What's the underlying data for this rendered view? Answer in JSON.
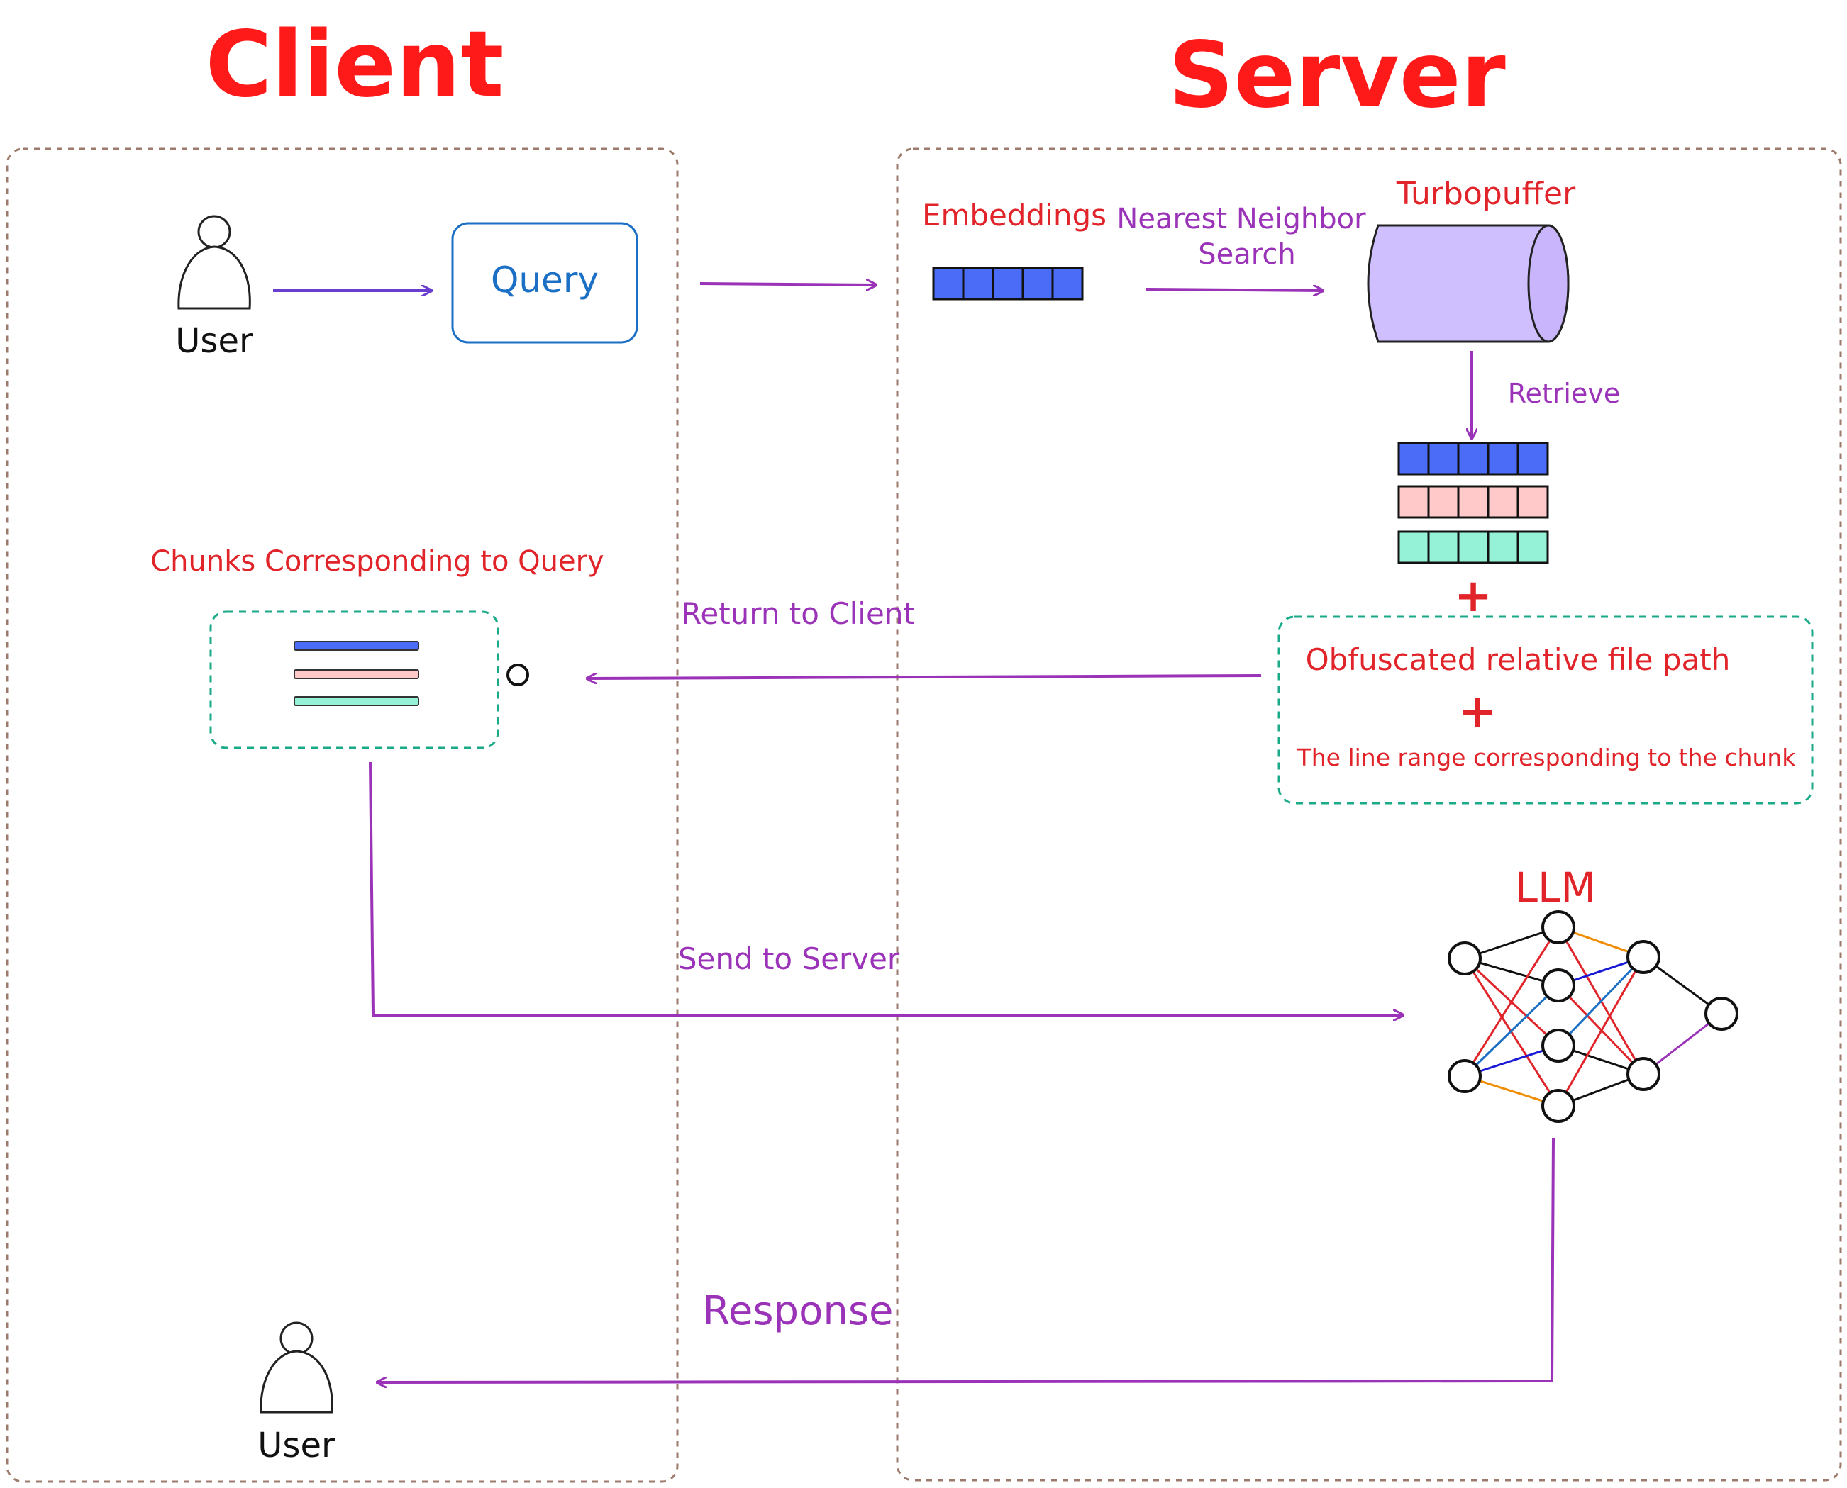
{
  "sections": {
    "client": "Client",
    "server": "Server"
  },
  "client": {
    "user_top": "User",
    "query": "Query",
    "chunks_title": "Chunks Corresponding to Query",
    "user_bottom": "User"
  },
  "server": {
    "embeddings": "Embeddings",
    "nn_search_line1": "Nearest Neighbor",
    "nn_search_line2": "Search",
    "turbopuffer": "Turbopuffer",
    "retrieve": "Retrieve",
    "plus_top": "+",
    "obfuscated_path": "Obfuscated relative file path",
    "plus_middle": "+",
    "line_range": "The line range corresponding to the chunk",
    "llm": "LLM"
  },
  "flows": {
    "return_to_client": "Return to Client",
    "send_to_server": "Send to Server",
    "response": "Response"
  },
  "colors": {
    "section_title": "#ff1a1a",
    "label_red": "#e0242a",
    "arrow_purple": "#9a33b8",
    "query_blue": "#1b6fc4",
    "vector_blue": "#4a6cf7",
    "vector_pink": "#ffc9c9",
    "vector_teal": "#96f2d7",
    "cylinder_fill": "#d0bfff",
    "container_border": "#9c7b6c",
    "dashed_teal": "#1baa88"
  },
  "icons": [
    "user-icon",
    "database-cylinder-icon",
    "neural-network-icon"
  ]
}
